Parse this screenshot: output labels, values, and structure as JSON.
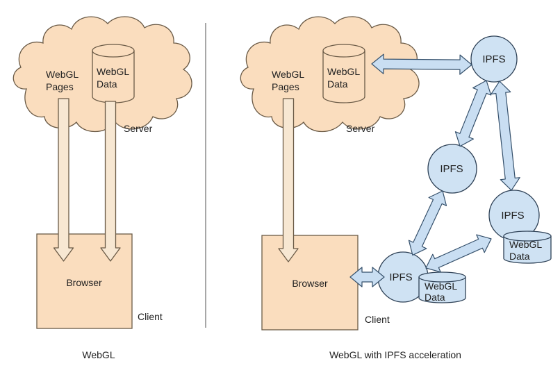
{
  "title": "WebGL vs WebGL with IPFS acceleration diagram",
  "colors": {
    "peach_fill": "#FADDBE",
    "peach_arrow_fill": "#F7E7D2",
    "peach_stroke": "#6A5A46",
    "blue_fill": "#CFE2F3",
    "blue_stroke": "#2E4156",
    "divider": "#8A8A8A",
    "text": "#212121"
  },
  "left_panel": {
    "caption": "WebGL",
    "cloud_label_line1": "WebGL",
    "cloud_label_line2": "Pages",
    "cylinder_line1": "WebGL",
    "cylinder_line2": "Data",
    "server_label": "Server",
    "browser_label": "Browser",
    "client_label": "Client"
  },
  "right_panel": {
    "caption": "WebGL with IPFS acceleration",
    "cloud_label_line1": "WebGL",
    "cloud_label_line2": "Pages",
    "cylinder_line1": "WebGL",
    "cylinder_line2": "Data",
    "server_label": "Server",
    "browser_label": "Browser",
    "client_label": "Client",
    "ipfs_nodes": [
      {
        "label": "IPFS",
        "position": "top-right"
      },
      {
        "label": "IPFS",
        "position": "middle"
      },
      {
        "label": "IPFS",
        "position": "bottom-right"
      },
      {
        "label": "IPFS",
        "position": "bottom-left-near-browser"
      }
    ],
    "data_cylinders": [
      {
        "line1": "WebGL",
        "line2": "Data",
        "position": "beside-bottom-left-ipfs"
      },
      {
        "line1": "WebGL",
        "line2": "Data",
        "position": "below-bottom-right-ipfs"
      }
    ]
  }
}
